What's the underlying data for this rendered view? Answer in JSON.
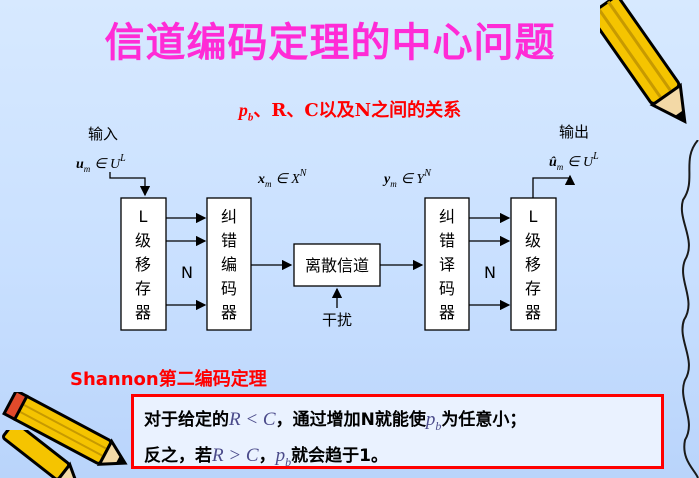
{
  "slide": {
    "title": "信道编码定理的中心问题",
    "subtitle_pre": "p",
    "subtitle_sub": "b",
    "subtitle_post": "、R、C以及N之间的关系"
  },
  "diagram": {
    "input_label": "输入",
    "output_label": "输出",
    "input_math_var": "u",
    "input_math_sub": "m",
    "input_math_rest": "∈ U",
    "input_math_sup": "L",
    "x_var": "x",
    "x_sub": "m",
    "x_rest": "∈ X",
    "x_sup": "N",
    "y_var": "y",
    "y_sub": "m",
    "y_rest": "∈ Y",
    "y_sup": "N",
    "out_var": "û",
    "out_sub": "m",
    "out_rest": "∈ U",
    "out_sup": "L",
    "boxes": [
      {
        "id": "shift-register-in",
        "chars": [
          "L",
          "级",
          "移",
          "存",
          "器"
        ]
      },
      {
        "id": "encoder",
        "chars": [
          "纠",
          "错",
          "编",
          "码",
          "器"
        ]
      },
      {
        "id": "channel",
        "chars": [
          "离散信道"
        ]
      },
      {
        "id": "decoder",
        "chars": [
          "纠",
          "错",
          "译",
          "码",
          "器"
        ]
      },
      {
        "id": "shift-register-out",
        "chars": [
          "L",
          "级",
          "移",
          "存",
          "器"
        ]
      }
    ],
    "n_left": "N",
    "n_right": "N",
    "noise_label": "干扰"
  },
  "theorem": {
    "title": "Shannon第二编码定理",
    "line1_pre": "对于给定的",
    "line1_math1": "R < C",
    "line1_mid": "，通过增加N就能使",
    "line1_math2_var": "p",
    "line1_math2_sub": "b",
    "line1_post": "为任意小；",
    "line2_pre": "反之，若",
    "line2_math1": "R > C",
    "line2_mid": "，",
    "line2_math2_var": "p",
    "line2_math2_sub": "b",
    "line2_post": "就会趋于1。"
  },
  "colors": {
    "title": "#ff2bd6",
    "accent_red": "#ff0000",
    "background": "#c9e0ff",
    "pencil_yellow": "#f5c400"
  },
  "icons": [
    "pencil-top-right",
    "pencil-bottom-left",
    "pencil-bottom-left-2"
  ]
}
